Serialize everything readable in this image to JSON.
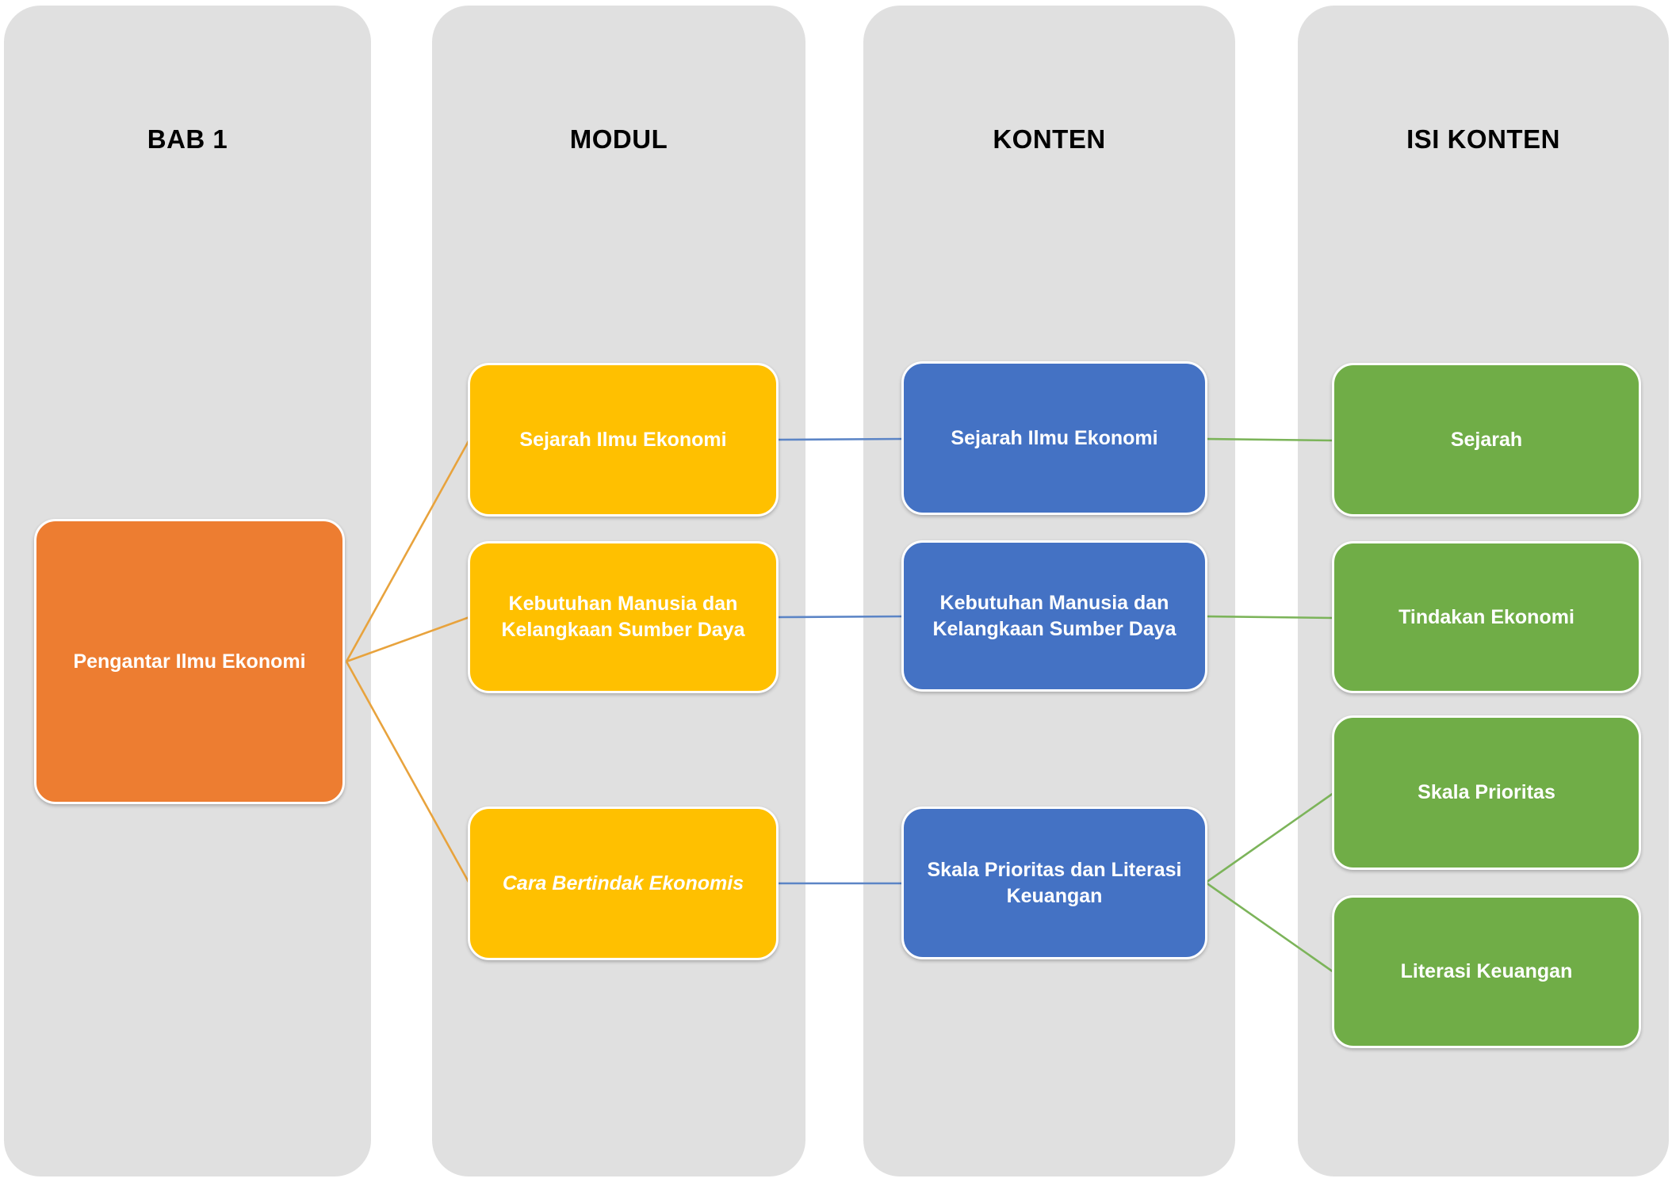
{
  "columns": [
    {
      "header": "BAB 1"
    },
    {
      "header": "MODUL"
    },
    {
      "header": "KONTEN"
    },
    {
      "header": "ISI KONTEN"
    }
  ],
  "nodes": {
    "bab1": {
      "label": "Pengantar Ilmu Ekonomi"
    },
    "modul": [
      {
        "label": "Sejarah Ilmu Ekonomi"
      },
      {
        "label": "Kebutuhan Manusia dan\nKelangkaan Sumber Daya"
      },
      {
        "label": "Cara Bertindak Ekonomis"
      }
    ],
    "konten": [
      {
        "label": "Sejarah Ilmu Ekonomi"
      },
      {
        "label": "Kebutuhan Manusia dan\nKelangkaan Sumber Daya"
      },
      {
        "label": "Skala Prioritas dan Literasi\nKeuangan"
      }
    ],
    "isi_konten": [
      {
        "label": "Sejarah"
      },
      {
        "label": "Tindakan Ekonomi"
      },
      {
        "label": "Skala Prioritas"
      },
      {
        "label": "Literasi Keuangan"
      }
    ]
  },
  "colors": {
    "column_background": "#E0E0E0",
    "bab1_box": "#ED7D31",
    "modul_box": "#FFC000",
    "konten_box": "#4472C4",
    "isi_konten_box": "#70AD47",
    "connector_gold": "#E8A33D",
    "connector_blue": "#5C85C6",
    "connector_green": "#7CB45A",
    "header_text": "#000000",
    "box_text": "#FFFFFF"
  }
}
